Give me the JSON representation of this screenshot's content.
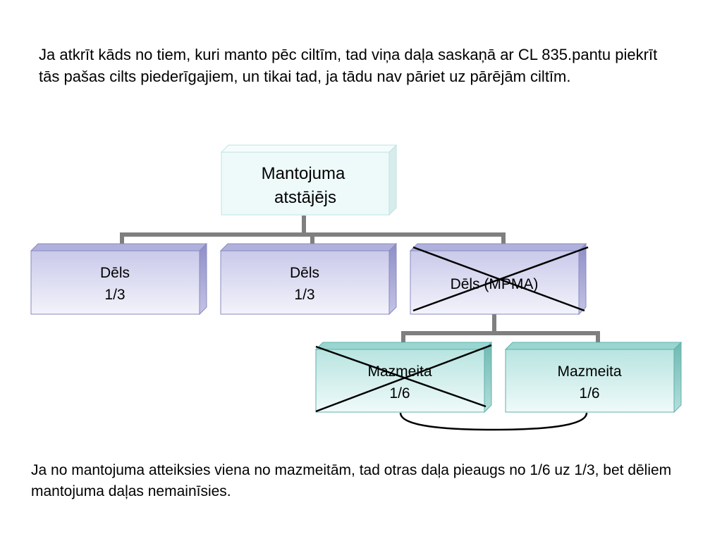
{
  "intro_text": "Ja atkrīt kāds no tiem, kuri manto pēc ciltīm, tad viņa daļa saskaņā ar CL 835.pantu piekrīt tās pašas cilts piederīgajiem, un tikai tad, ja tādu nav pāriet uz pārējām ciltīm.",
  "outro_text": "Ja no mantojuma atteiksies viena no mazmeitām, tad otras daļa pieaugs no 1/6 uz 1/3, bet dēliem mantojuma daļas nemainīsies.",
  "diagram": {
    "root": {
      "line1": "Mantojuma",
      "line2": "atstājējs"
    },
    "son1": {
      "name": "Dēls",
      "share": "1/3"
    },
    "son2": {
      "name": "Dēls",
      "share": "1/3"
    },
    "son3": {
      "name": "Dēls (MPMA)",
      "crossed": true
    },
    "granddaughter1": {
      "name": "Mazmeita",
      "share": "1/6",
      "crossed": true
    },
    "granddaughter2": {
      "name": "Mazmeita",
      "share": "1/6"
    }
  },
  "colors": {
    "root_fill": "#eefafa",
    "son_fill_top": "#c9c9ea",
    "son_fill_bottom": "#f3f3fb",
    "granddaughter_fill_top": "#b8e4e0",
    "granddaughter_fill_bottom": "#effafa",
    "connector": "#7f7f7f"
  }
}
